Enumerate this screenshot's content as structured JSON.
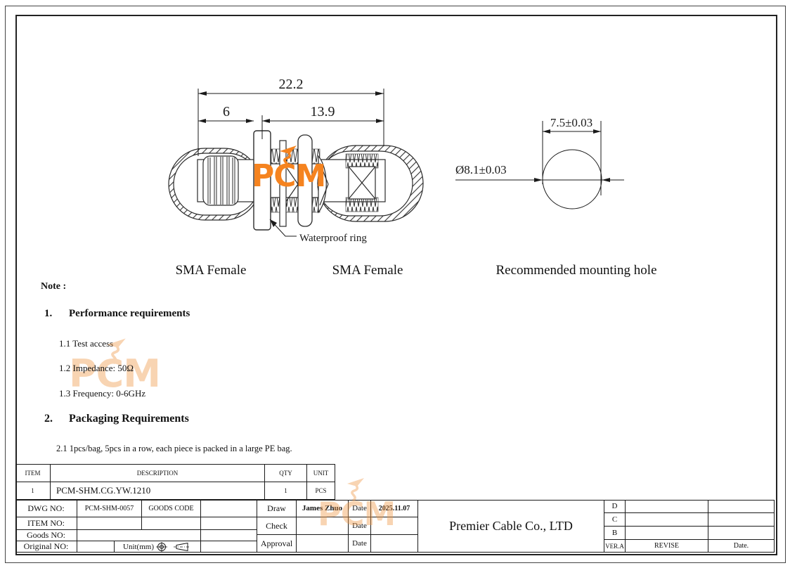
{
  "colors": {
    "accent_orange": "#F5831F",
    "line": "#1a1a1a",
    "watermark": "#F09A4A"
  },
  "drawing": {
    "dims": {
      "overall": "22.2",
      "left_len": "6",
      "right_len": "13.9",
      "hole_width": "7.5±0.03",
      "hole_dia": "Ø8.1±0.03"
    },
    "callouts": {
      "waterproof_ring": "Waterproof ring"
    },
    "labels": {
      "view1": "SMA Female",
      "view2": "SMA Female",
      "view3": "Recommended mounting hole"
    },
    "logo_text": "PCM"
  },
  "notes": {
    "title": "Note :",
    "sections": [
      {
        "num": "1.",
        "heading": "Performance requirements",
        "items": [
          "1.1 Test access",
          "1.2 Impedance: 50Ω",
          "1.3 Frequency: 0-6GHz"
        ]
      },
      {
        "num": "2.",
        "heading": "Packaging Requirements",
        "items": [
          "2.1 1pcs/bag, 5pcs in a row, each piece is packed in a large PE bag."
        ]
      }
    ]
  },
  "item_table": {
    "headers": {
      "item": "ITEM",
      "description": "DESCRIPTION",
      "qty": "QTY",
      "unit": "UNIT"
    },
    "row": {
      "item": "1",
      "description": "PCM-SHM.CG.YW.1210",
      "qty": "1",
      "unit": "PCS"
    }
  },
  "title_block": {
    "dwg_no_label": "DWG NO:",
    "dwg_no": "PCM-SHM-0057",
    "goods_code_label": "GOODS CODE",
    "item_no_label": "ITEM NO:",
    "goods_no_label": "Goods NO:",
    "original_no_label": "Original NO:",
    "unit_label": "Unit(mm)",
    "draw_label": "Draw",
    "draw_name": "James Zhuo",
    "draw_date_label": "Date",
    "draw_date": "2025.11.07",
    "check_label": "Check",
    "check_date_label": "Date",
    "approval_label": "Approval",
    "approval_date_label": "Date",
    "company": "Premier Cable Co., LTD",
    "revision": {
      "rows": [
        "D",
        "C",
        "B"
      ],
      "ver": "VER.A",
      "revise": "REVISE",
      "date": "Date."
    }
  }
}
